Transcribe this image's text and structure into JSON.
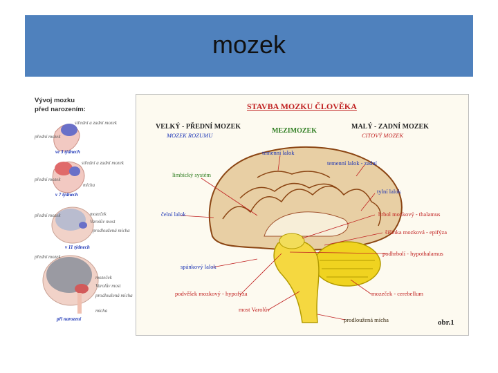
{
  "slide": {
    "title": "mozek"
  },
  "left_panel": {
    "heading_line1": "Vývoj mozku",
    "heading_line2": "před narozením:",
    "stages": [
      {
        "label": "ve 3 týdnech",
        "labels": [
          "střední a zadní mozek",
          "přední mozek"
        ]
      },
      {
        "label": "v 7 týdnech",
        "labels": [
          "střední a zadní mozek",
          "přední mozek",
          "mícha"
        ]
      },
      {
        "label": "v 11 týdnech",
        "labels": [
          "přední mozek",
          "mozeček",
          "Varolův most",
          "prodloužená mícha"
        ]
      },
      {
        "label": "při narození",
        "labels": [
          "přední mozek",
          "mozeček",
          "Varolův most",
          "prodloužená mícha",
          "mícha"
        ]
      }
    ]
  },
  "diagram": {
    "title": "STAVBA MOZKU ČLOVĚKA",
    "sections": {
      "left": {
        "name": "VELKÝ - PŘEDNÍ MOZEK",
        "sub": "MOZEK ROZUMU"
      },
      "middle": {
        "name": "MEZIMOZEK"
      },
      "right": {
        "name": "MALÝ - ZADNÍ MOZEK",
        "sub": "CITOVÝ MOZEK"
      }
    },
    "labels": {
      "temenni_lalok": "temenní lalok",
      "temenni_lalok_zadni": "temenní lalok - zadní",
      "limbicky_system": "limbický systém",
      "tylni_lalok": "tylní lalok",
      "celni_lalok": "čelní lalok",
      "thalamus": "hrbol mozkový - thalamus",
      "epifyza": "šišinka mozková - epifýza",
      "hypothalamus": "podhrbolí - hypothalamus",
      "spankovy_lalok": "spánkový lalok",
      "hypofyza": "podvěšek mozkový - hypofýza",
      "cerebellum": "mozeček - cerebellum",
      "most_varoluv": "most Varolův",
      "prodlouzena_micha": "prodloužená mícha",
      "figure_ref": "obr.1"
    }
  }
}
